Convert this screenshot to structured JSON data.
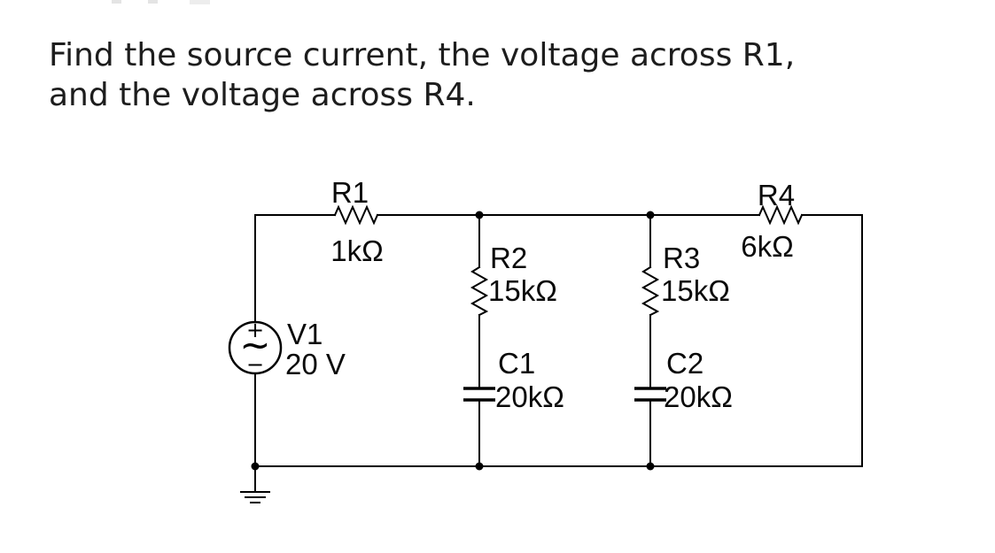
{
  "page": {
    "background": "#ffffff",
    "line_color": "#000000",
    "text_color": "#1d1d1d"
  },
  "title": {
    "line1": "Find the source current, the voltage across R1,",
    "line2": "and the voltage across R4."
  },
  "circuit": {
    "source": {
      "name": "V1",
      "value": "20 V",
      "plus": "+",
      "sine": "~",
      "minus": "−"
    },
    "components": {
      "r1": {
        "name": "R1",
        "value": "1kΩ"
      },
      "r2": {
        "name": "R2",
        "value": "15kΩ"
      },
      "r3": {
        "name": "R3",
        "value": "15kΩ"
      },
      "r4": {
        "name": "R4",
        "value": "6kΩ"
      },
      "c1": {
        "name": "C1",
        "value": "20kΩ"
      },
      "c2": {
        "name": "C2",
        "value": "20kΩ"
      }
    }
  }
}
